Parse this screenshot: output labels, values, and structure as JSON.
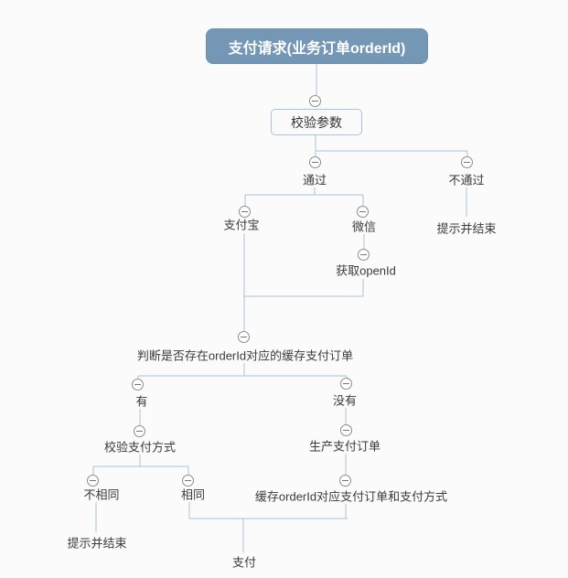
{
  "colors": {
    "background": "#fbfbfb",
    "root_bg": "#7397b4",
    "root_border": "#6e93b0",
    "root_text": "#ffffff",
    "box_bg": "#fafafa",
    "box_border": "#a6c6dc",
    "line": "#a9c2d6",
    "circle_border": "#8e8e8e",
    "minus": "#777777",
    "label_text": "#3b3b3b"
  },
  "icons": {
    "collapse": "minus-circle"
  },
  "nodes": {
    "root": {
      "label": "支付请求(业务订单orderId)"
    },
    "validate_params": {
      "label": "校验参数"
    },
    "pass": {
      "label": "通过"
    },
    "fail": {
      "label": "不通过"
    },
    "fail_end": {
      "label": "提示并结束"
    },
    "alipay": {
      "label": "支付宝"
    },
    "wechat": {
      "label": "微信"
    },
    "get_openid": {
      "label": "获取openId"
    },
    "check_cached_order": {
      "label": "判断是否存在orderId对应的缓存支付订单"
    },
    "has": {
      "label": "有"
    },
    "none": {
      "label": "没有"
    },
    "verify_pay_method": {
      "label": "校验支付方式"
    },
    "not_same": {
      "label": "不相同"
    },
    "same": {
      "label": "相同"
    },
    "not_same_end": {
      "label": "提示并结束"
    },
    "create_pay_order": {
      "label": "生产支付订单"
    },
    "cache_order": {
      "label": "缓存orderId对应支付订单和支付方式"
    },
    "pay": {
      "label": "支付"
    }
  }
}
